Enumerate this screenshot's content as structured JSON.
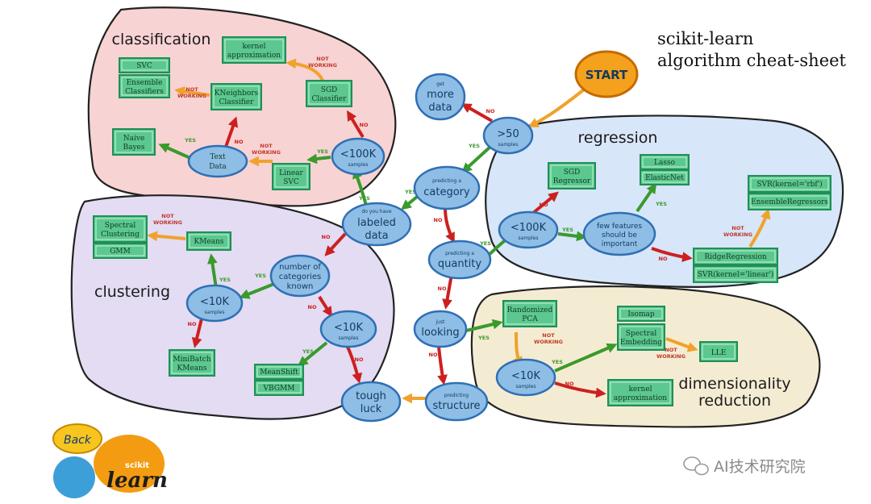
{
  "header": {
    "title_line1": "scikit-learn",
    "title_line2": "algorithm cheat-sheet"
  },
  "regions": {
    "classification": "classification",
    "regression": "regression",
    "clustering": "clustering",
    "dimred_line1": "dimensionality",
    "dimred_line2": "reduction"
  },
  "nodes": {
    "start": "START",
    "get_more_data": {
      "small": "get",
      "big1": "more",
      "big2": "data"
    },
    "gt50": {
      "big": ">50",
      "small": "samples"
    },
    "predicting_category": {
      "small": "predicting a",
      "big": "category"
    },
    "labeled_data": {
      "small": "do you have",
      "big1": "labeled",
      "big2": "data"
    },
    "class_lt100k": {
      "big": "<100K",
      "small": "samples"
    },
    "text_data": {
      "line1": "Text",
      "line2": "Data"
    },
    "predicting_quantity": {
      "small": "predicting a",
      "big": "quantity"
    },
    "reg_lt100k": {
      "big": "<100K",
      "small": "samples"
    },
    "few_features": {
      "line1": "few features",
      "line2": "should be",
      "line3": "important"
    },
    "num_categories_known": {
      "line1": "number of",
      "line2": "categories",
      "line3": "known"
    },
    "clus_lt10k_left": {
      "big": "<10K",
      "small": "samples"
    },
    "clus_lt10k_right": {
      "big": "<10K",
      "small": "samples"
    },
    "just_looking": {
      "small": "just",
      "big": "looking"
    },
    "predicting_structure": {
      "small": "predicting",
      "big": "structure"
    },
    "tough_luck": {
      "line1": "tough",
      "line2": "luck"
    },
    "dim_lt10k": {
      "big": "<10K",
      "small": "samples"
    }
  },
  "boxes": {
    "kernel_approx_class": [
      "kernel",
      "approximation"
    ],
    "svc": "SVC",
    "ensemble_classifiers": [
      "Ensemble",
      "Classifiers"
    ],
    "kneighbors": [
      "KNeighbors",
      "Classifier"
    ],
    "sgd_classifier": [
      "SGD",
      "Classifier"
    ],
    "naive_bayes": [
      "Naive",
      "Bayes"
    ],
    "linear_svc": [
      "Linear",
      "SVC"
    ],
    "sgd_regressor": [
      "SGD",
      "Regressor"
    ],
    "lasso": "Lasso",
    "elasticnet": "ElasticNet",
    "svr_rbf": "SVR(kernel='rbf')",
    "ensemble_regressors": "EnsembleRegressors",
    "ridge": "RidgeRegression",
    "svr_linear": "SVR(kernel='linear')",
    "spectral_clustering": [
      "Spectral",
      "Clustering"
    ],
    "gmm": "GMM",
    "kmeans": "KMeans",
    "minibatch_kmeans": [
      "MiniBatch",
      "KMeans"
    ],
    "meanshift": "MeanShift",
    "vbgmm": "VBGMM",
    "randomized_pca": [
      "Randomized",
      "PCA"
    ],
    "isomap": "Isomap",
    "spectral_embedding": [
      "Spectral",
      "Embedding"
    ],
    "lle": "LLE",
    "kernel_approx_dim": [
      "kernel",
      "approximation"
    ]
  },
  "edge_labels": {
    "yes": "YES",
    "no": "NO",
    "not": "NOT",
    "working": "WORKING"
  },
  "footer": {
    "back_button": "Back",
    "logo_small": "scikit",
    "logo_big": "learn",
    "watermark": "AI技术研究院"
  },
  "colors": {
    "yes_edge": "#3a9a2c",
    "no_edge": "#cc2020",
    "not_working_edge": "#f0a22a",
    "classification_bg": "#f8d3d3",
    "regression_bg": "#d7e6f8",
    "clustering_bg": "#e3dcf3",
    "dimred_bg": "#f4ecd2"
  }
}
